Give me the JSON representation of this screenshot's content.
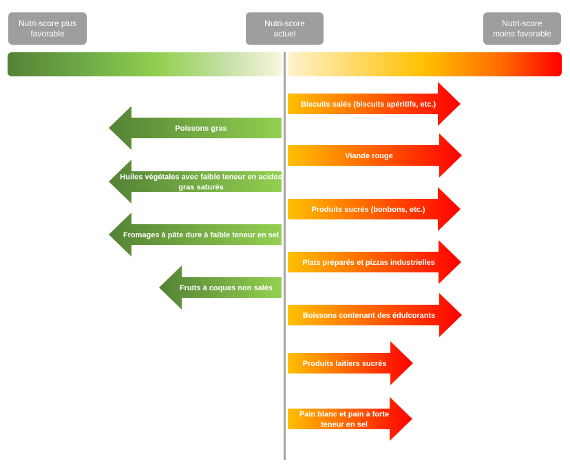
{
  "header": {
    "left_label": "Nutri-score plus\nfavorable",
    "middle_label": "Nutri-score\nactuel",
    "right_label": "Nutri-score\nmoins favorable"
  },
  "colors": {
    "green_dark": "#548235",
    "green_light": "#92d050",
    "orange": "#ffc000",
    "red": "#ff0000",
    "label_grey": "#9e9e9e"
  },
  "left_arrows": [
    {
      "lines": [
        "Poissons gras"
      ]
    },
    {
      "lines": [
        "Huiles végétales avec faible teneur en acides",
        "gras saturés"
      ]
    },
    {
      "lines": [
        "Fromages à pâte dure à faible teneur en sel"
      ]
    },
    {
      "lines": [
        "Fruits à coques non salés"
      ]
    }
  ],
  "right_arrows": [
    {
      "lines": [
        "Biscuits salés (biscuits apéritifs, etc.)"
      ]
    },
    {
      "lines": [
        "Viande rouge"
      ]
    },
    {
      "lines": [
        "Produits sucrés (bonbons, etc.)"
      ]
    },
    {
      "lines": [
        "Plats préparés et pizzas industrielles"
      ]
    },
    {
      "lines": [
        "Boissons contenant des édulcorants"
      ]
    },
    {
      "lines": [
        "Produits laitiers sucrés"
      ]
    },
    {
      "lines": [
        "Pain blanc et pain à forte",
        "teneur en sel"
      ]
    }
  ]
}
